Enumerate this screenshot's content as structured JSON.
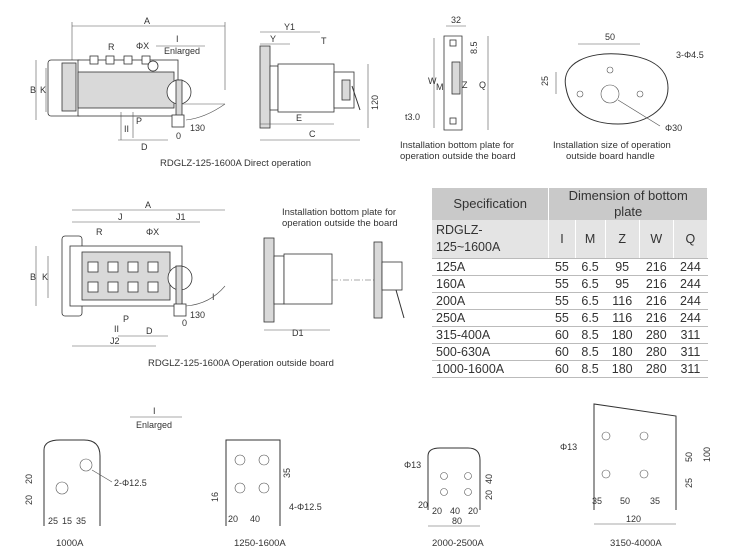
{
  "captions": {
    "direct": "RDGLZ-125-1600A Direct operation",
    "outside": "RDGLZ-125-1600A Operation outside board",
    "plate_direct": "Installation bottom plate for operation outside the board",
    "plate_size": "Installation size of operation outside board handle",
    "plate_outside": "Installation bottom plate for operation outside the board",
    "enlarged": "Enlarged",
    "enlarged_label": "I",
    "enlarged2": "Enlarged"
  },
  "dims_top": {
    "A": "A",
    "B": "B",
    "K": "K",
    "R": "R",
    "phiX": "ΦX",
    "I": "I",
    "II": "II",
    "P": "P",
    "D": "D",
    "d130": "130",
    "d0": "0",
    "Y1": "Y1",
    "Y": "Y",
    "T": "T",
    "d120": "120",
    "E": "E",
    "C": "C",
    "t30": "t3.0",
    "d32": "32",
    "d85": "8.5",
    "W": "W",
    "M": "M",
    "Z": "Z",
    "Q": "Q",
    "d50": "50",
    "d25": "25",
    "hole": "3-Φ4.5",
    "d30": "Φ30"
  },
  "dims_mid": {
    "A": "A",
    "J": "J",
    "J1": "J1",
    "phiX": "ΦX",
    "B": "B",
    "K": "K",
    "I": "I",
    "II": "II",
    "P": "P",
    "D": "D",
    "J2": "J2",
    "d130": "130",
    "d0": "0",
    "D1": "D1",
    "R": "R"
  },
  "table": {
    "head_left": "Specification",
    "head_right": "Dimension of bottom plate",
    "sub_spec": "RDGLZ-125~1600A",
    "cols": [
      "I",
      "M",
      "Z",
      "W",
      "Q"
    ],
    "rows": [
      {
        "spec": "125A",
        "vals": [
          "55",
          "6.5",
          "95",
          "216",
          "244"
        ]
      },
      {
        "spec": "160A",
        "vals": [
          "55",
          "6.5",
          "95",
          "216",
          "244"
        ]
      },
      {
        "spec": "200A",
        "vals": [
          "55",
          "6.5",
          "116",
          "216",
          "244"
        ]
      },
      {
        "spec": "250A",
        "vals": [
          "55",
          "6.5",
          "116",
          "216",
          "244"
        ]
      },
      {
        "spec": "315-400A",
        "vals": [
          "60",
          "8.5",
          "180",
          "280",
          "311"
        ]
      },
      {
        "spec": "500-630A",
        "vals": [
          "60",
          "8.5",
          "180",
          "280",
          "311"
        ]
      },
      {
        "spec": "1000-1600A",
        "vals": [
          "60",
          "8.5",
          "180",
          "280",
          "311"
        ]
      }
    ]
  },
  "details": {
    "d1000": {
      "label": "1000A",
      "d20a": "20",
      "d20b": "20",
      "d25": "25",
      "d15": "15",
      "d35": "35",
      "hole": "2-Φ12.5"
    },
    "d1250": {
      "label": "1250-1600A",
      "d35": "35",
      "d16": "16",
      "d20": "20",
      "d40": "40",
      "hole": "4-Φ12.5"
    },
    "d2000": {
      "label": "2000-2500A",
      "phi": "Φ13",
      "d20a": "20",
      "d40a": "40",
      "d20b": "20",
      "d20c": "20",
      "d40b": "40",
      "d20d": "20",
      "d80": "80"
    },
    "d3150": {
      "label": "3150-4000A",
      "phi": "Φ13",
      "d50v": "50",
      "d100": "100",
      "d25": "25",
      "d35": "35",
      "d50h": "50",
      "d35b": "35",
      "d120": "120"
    }
  }
}
